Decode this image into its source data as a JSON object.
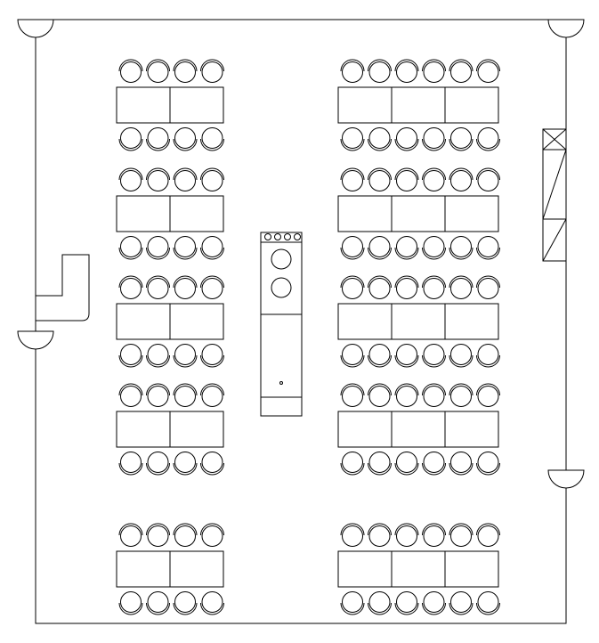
{
  "floor_plan": {
    "type": "classroom-seating-layout",
    "line_color": "#000000",
    "background": "#ffffff",
    "left_table_groups": {
      "count": 5,
      "tables_per_group": 2,
      "chairs_per_side": 4
    },
    "right_table_groups": {
      "count": 5,
      "tables_per_group": 3,
      "chairs_per_side": 6
    },
    "wall_lights": {
      "count": 4
    },
    "lectern": {
      "count": 1
    },
    "cabinet": {
      "count": 1
    }
  }
}
